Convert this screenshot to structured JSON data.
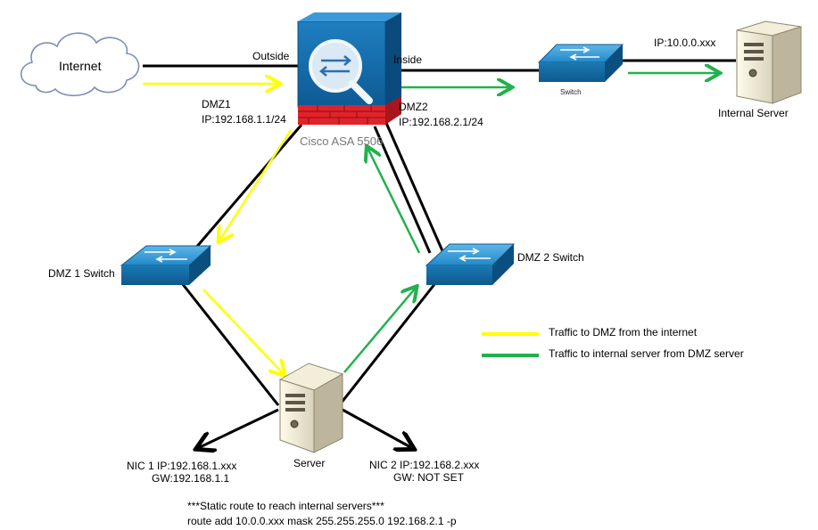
{
  "nodes": {
    "internet": "Internet",
    "asa": "Cisco ASA 5506",
    "inside_switch": "Switch",
    "internal_server": "Internal Server",
    "internal_server_ip": "IP:10.0.0.xxx",
    "dmz1_switch": "DMZ 1 Switch",
    "dmz2_switch": "DMZ 2 Switch",
    "server": "Server"
  },
  "interfaces": {
    "outside": "Outside",
    "inside": "Inside",
    "dmz1_name": "DMZ1",
    "dmz1_ip": "IP:192.168.1.1/24",
    "dmz2_name": "DMZ2",
    "dmz2_ip": "IP:192.168.2.1/24"
  },
  "nics": {
    "nic1_ip": "NIC 1 IP:192.168.1.xxx",
    "nic1_gw": "GW:192.168.1.1",
    "nic2_ip": "NIC 2 IP:192.168.2.xxx",
    "nic2_gw": "GW: NOT SET"
  },
  "legend": {
    "yellow_label": "Traffic to DMZ from the internet",
    "green_label": "Traffic to internal server from DMZ server",
    "yellow_color": "#ffff00",
    "green_color": "#22b14c"
  },
  "note": {
    "line1": "***Static route to reach internal servers***",
    "line2": "route add 10.0.0.xxx mask 255.255.255.0 192.168.2.1 -p"
  }
}
